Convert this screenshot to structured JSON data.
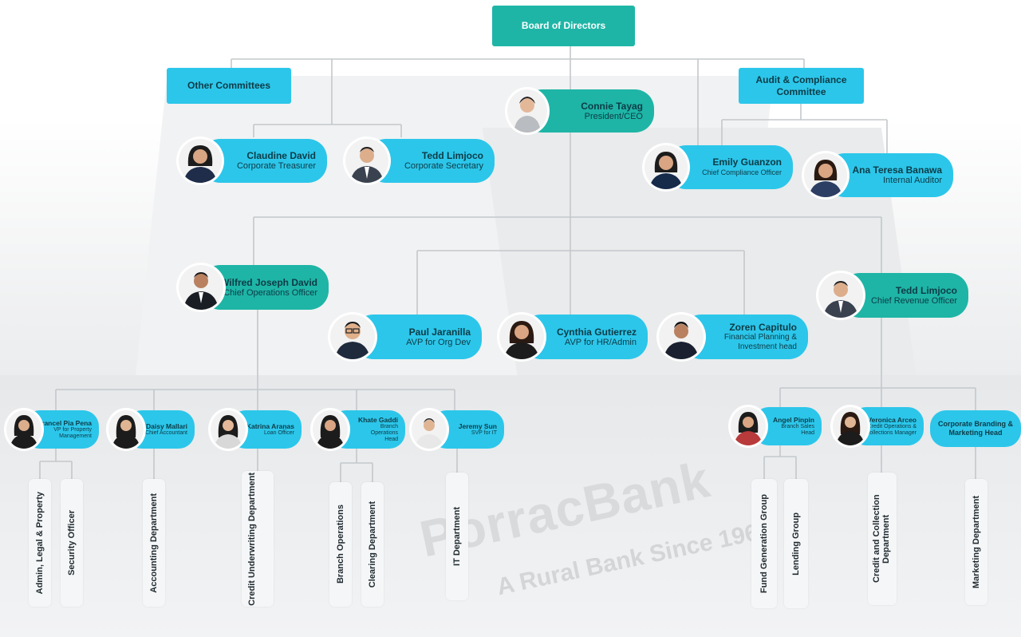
{
  "board": {
    "label": "Board of Directors"
  },
  "other_committees": {
    "label": "Other Committees"
  },
  "audit_committee": {
    "label": "Audit & Compliance Committee"
  },
  "people": {
    "connie": {
      "name": "Connie Tayag",
      "title": "President/CEO"
    },
    "claudine": {
      "name": "Claudine David",
      "title": "Corporate Treasurer"
    },
    "tedd_sec": {
      "name": "Tedd Limjoco",
      "title": "Corporate Secretary"
    },
    "emily": {
      "name": "Emily Guanzon",
      "title": "Chief Compliance Officer"
    },
    "ana": {
      "name": "Ana Teresa Banawa",
      "title": "Internal Auditor"
    },
    "wilfred": {
      "name": "Wilfred Joseph David",
      "title": "Chief Operations Officer"
    },
    "tedd_cro": {
      "name": "Tedd Limjoco",
      "title": "Chief Revenue Officer"
    },
    "paul": {
      "name": "Paul Jaranilla",
      "title": "AVP for Org Dev"
    },
    "cynthia": {
      "name": "Cynthia Gutierrez",
      "title": "AVP for HR/Admin"
    },
    "zoren": {
      "name": "Zoren Capitulo",
      "title": "Financial Planning & Investment head"
    },
    "francel": {
      "name": "Francel Pia Pena",
      "title": "VP for Property Management"
    },
    "daisy": {
      "name": "Daisy Mallari",
      "title": "Chief Accountant"
    },
    "katrina": {
      "name": "Katrina Aranas",
      "title": "Loan Officer"
    },
    "khate": {
      "name": "Khate Gaddi",
      "title": "Branch Operations Head"
    },
    "jeremy": {
      "name": "Jeremy Sun",
      "title": "SVP for IT"
    },
    "angel": {
      "name": "Angel Pinpin",
      "title": "Branch Sales Head"
    },
    "veronica": {
      "name": "Veronica Arceo",
      "title": "Credit Operations & Collections Manager"
    }
  },
  "corporate_branding": {
    "label": "Corporate Branding & Marketing Head"
  },
  "departments": {
    "admin_legal": "Admin, Legal & Property",
    "security": "Security Officer",
    "accounting": "Accounting Department",
    "credit_underwriting": "Credit Underwriting Department",
    "branch_ops": "Branch Operations",
    "clearing": "Clearing Department",
    "it": "IT Department",
    "fund_generation": "Fund Generation Group",
    "lending": "Lending Group",
    "credit_collection": "Credit and Collection Department",
    "marketing": "Marketing Department"
  },
  "watermark": {
    "brand": "PorracBank",
    "tagline": "A Rural Bank Since 1968"
  },
  "colors": {
    "teal": "#1eb5a6",
    "cyan": "#2cc6ea",
    "line": "#c4c8cb",
    "text": "#0d3b46"
  }
}
